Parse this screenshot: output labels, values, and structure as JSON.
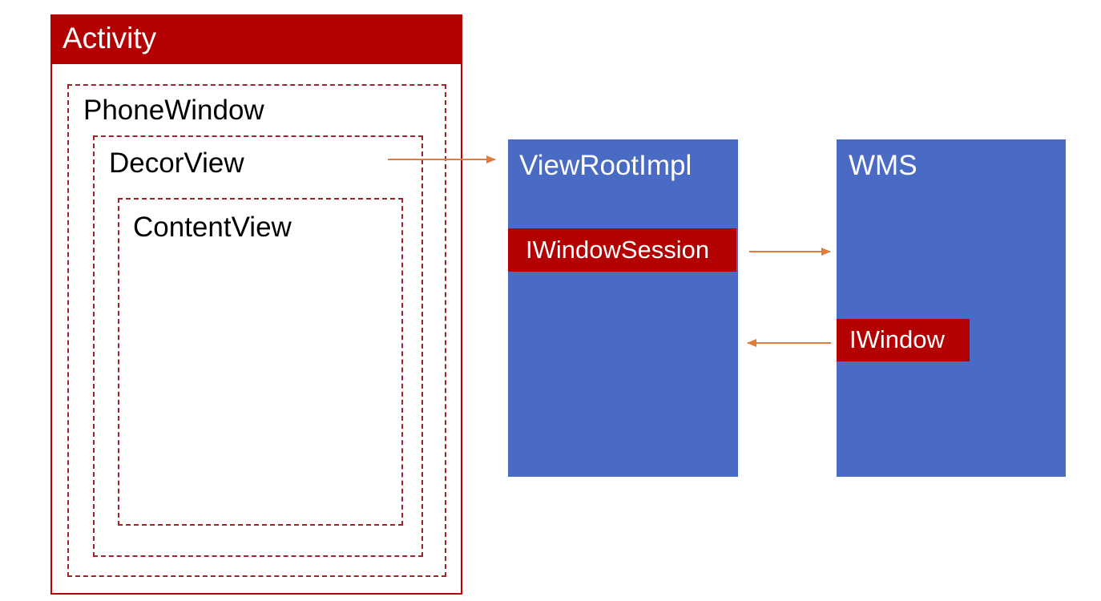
{
  "activity": {
    "title": "Activity"
  },
  "phone_window": {
    "label": "PhoneWindow"
  },
  "decor_view": {
    "label": "DecorView"
  },
  "content_view": {
    "label": "ContentView"
  },
  "view_root_impl": {
    "title": "ViewRootImpl",
    "session_label": "IWindowSession"
  },
  "wms": {
    "title": "WMS",
    "window_label": "IWindow"
  },
  "colors": {
    "activity_red": "#b30000",
    "dashed_red": "#a0222b",
    "panel_blue": "#4a6bc4",
    "arrow_orange": "#e07b39"
  }
}
